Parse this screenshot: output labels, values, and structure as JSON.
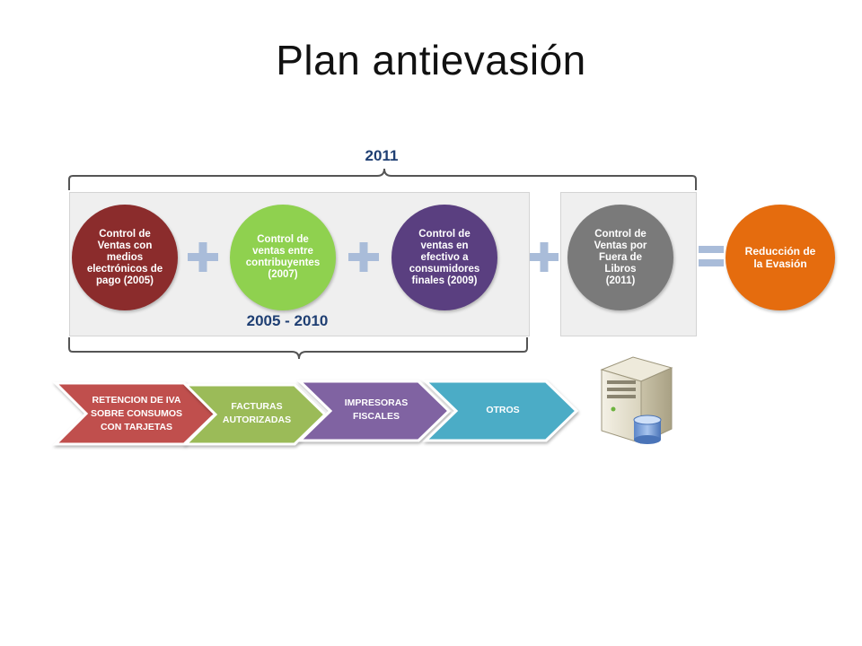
{
  "title": "Plan antievasión",
  "top_label": "2011",
  "range_label": "2005 - 2010",
  "circles": [
    {
      "label": "Control de\nVentas con\nmedios\nelectrónicos de\npago (2005)",
      "color": "#8b2c2c"
    },
    {
      "label": "Control de\nventas entre\ncontribuyentes\n(2007)",
      "color": "#8fd14f"
    },
    {
      "label": "Control de\nventas en\nefectivo a\nconsumidores\nfinales (2009)",
      "color": "#5a3f80"
    },
    {
      "label": "Control de\nVentas por\nFuera de Libros\n(2011)",
      "color": "#7a7a7a"
    },
    {
      "label": "Reducción de\nla Evasión",
      "color": "#e56c0e"
    }
  ],
  "chevrons": [
    {
      "label": "RETENCION DE IVA\nSOBRE CONSUMOS\nCON TARJETAS",
      "color": "#c0504d"
    },
    {
      "label": "FACTURAS\nAUTORIZADAS",
      "color": "#9bbb59"
    },
    {
      "label": "IMPRESORAS\nFISCALES",
      "color": "#8064a2"
    },
    {
      "label": "OTROS",
      "color": "#4bacc6"
    }
  ],
  "colors": {
    "connector": "#a9bcd9",
    "bracket": "#555555",
    "year_text": "#1f3f73"
  },
  "icons": {
    "server": "server-database-icon"
  }
}
